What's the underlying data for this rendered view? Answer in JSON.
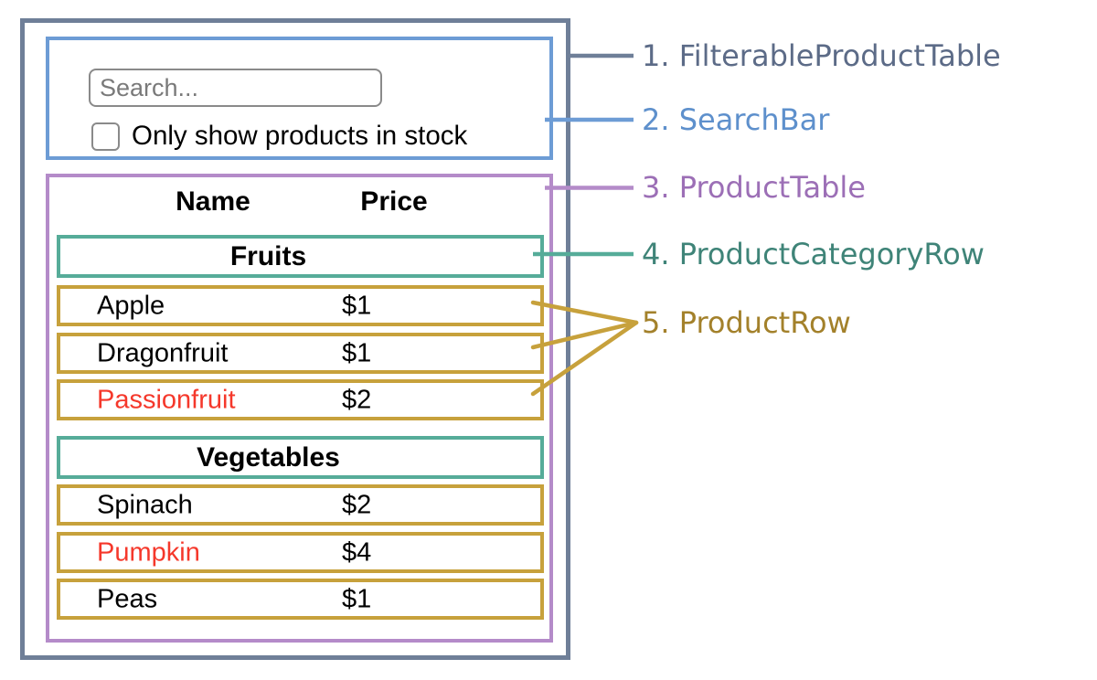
{
  "search_bar": {
    "input_placeholder": "Search...",
    "input_value": "",
    "checkbox_label": "Only show products in stock",
    "checkbox_checked": false
  },
  "product_table": {
    "headers": {
      "name": "Name",
      "price": "Price"
    },
    "groups": [
      {
        "category": "Fruits",
        "rows": [
          {
            "name": "Apple",
            "price": "$1",
            "in_stock": true
          },
          {
            "name": "Dragonfruit",
            "price": "$1",
            "in_stock": true
          },
          {
            "name": "Passionfruit",
            "price": "$2",
            "in_stock": false
          }
        ]
      },
      {
        "category": "Vegetables",
        "rows": [
          {
            "name": "Spinach",
            "price": "$2",
            "in_stock": true
          },
          {
            "name": "Pumpkin",
            "price": "$4",
            "in_stock": false
          },
          {
            "name": "Peas",
            "price": "$1",
            "in_stock": true
          }
        ]
      }
    ]
  },
  "hierarchy_labels": [
    {
      "text": "1. FilterableProductTable"
    },
    {
      "text": "2. SearchBar"
    },
    {
      "text": "3. ProductTable"
    },
    {
      "text": "4. ProductCategoryRow"
    },
    {
      "text": "5. ProductRow"
    }
  ],
  "colors": {
    "slate_border": "#6F7F98",
    "slate_text": "#5C6B87",
    "blue_border": "#6D9CD5",
    "blue_text": "#5E90CC",
    "purple_border": "#B48BC9",
    "purple_text": "#9C6FB6",
    "teal_border": "#56AC99",
    "teal_text": "#3F8478",
    "gold_border": "#C7A13C",
    "gold_text": "#A3812B",
    "red": "#F5382B",
    "input_border": "#8A8A8A",
    "placeholder_text": "#7A7A7A"
  }
}
